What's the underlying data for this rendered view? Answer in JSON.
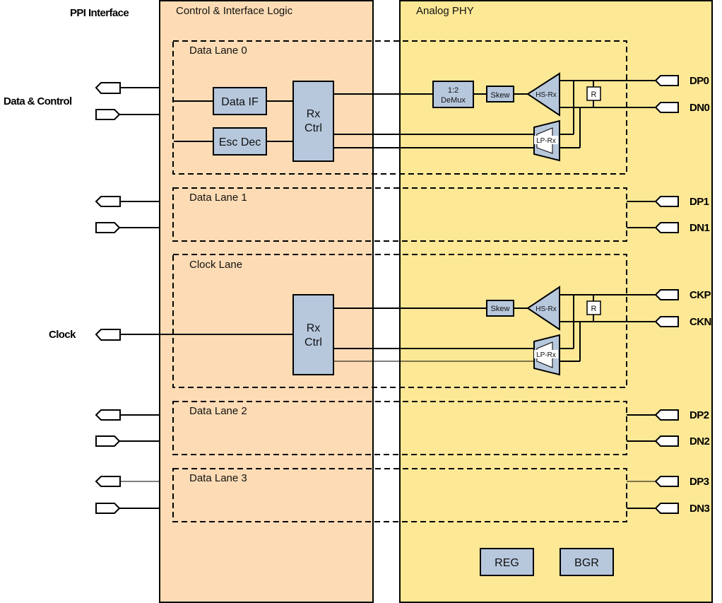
{
  "headers": {
    "ppi": "PPI Interface",
    "control": "Control & Interface Logic",
    "analog": "Analog PHY"
  },
  "colors": {
    "control_bg": "#fddcb5",
    "analog_bg": "#fde896",
    "block_fill": "#b7c8dd"
  },
  "left_labels": {
    "data_control": "Data & Control",
    "clock": "Clock"
  },
  "lanes": {
    "lane0": "Data Lane 0",
    "lane1": "Data Lane 1",
    "clock": "Clock Lane",
    "lane2": "Data Lane 2",
    "lane3": "Data Lane 3"
  },
  "blocks": {
    "data_if": "Data IF",
    "esc_dec": "Esc Dec",
    "rx_ctrl_1": "Rx",
    "rx_ctrl_2": "Ctrl",
    "demux_1": "1:2",
    "demux_2": "DeMux",
    "skew": "Skew",
    "hs_rx": "HS-Rx",
    "lp_rx": "LP-Rx",
    "resistor": "R",
    "reg": "REG",
    "bgr": "BGR"
  },
  "pins": {
    "dp0": "DP0",
    "dn0": "DN0",
    "dp1": "DP1",
    "dn1": "DN1",
    "ckp": "CKP",
    "ckn": "CKN",
    "dp2": "DP2",
    "dn2": "DN2",
    "dp3": "DP3",
    "dn3": "DN3"
  }
}
